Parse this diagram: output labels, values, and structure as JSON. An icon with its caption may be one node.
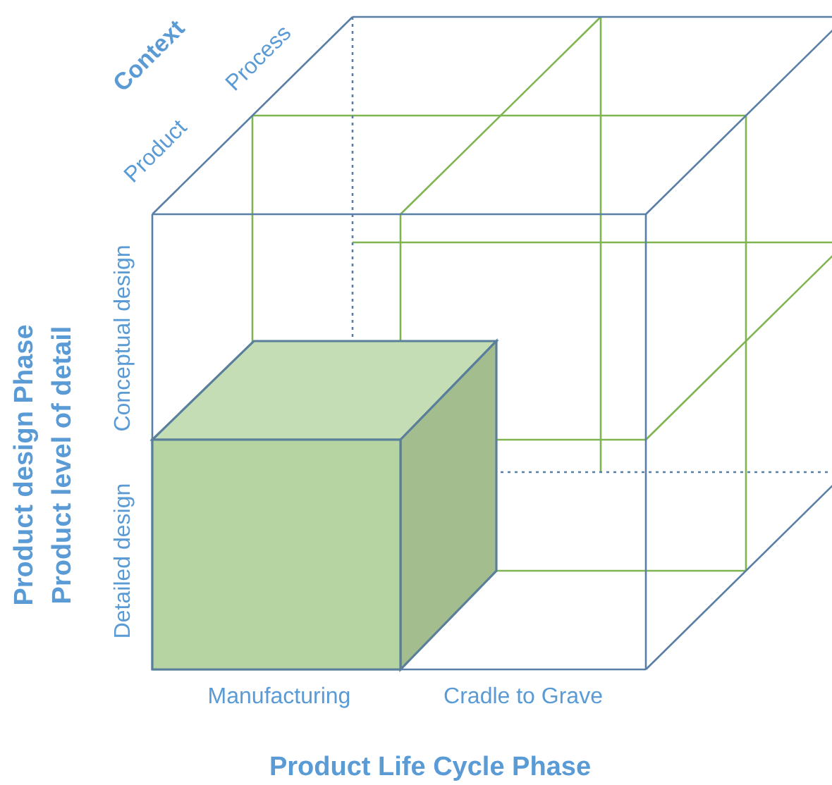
{
  "diagram": {
    "labels": [
      "Context",
      "Process",
      "Product",
      "Conceptual design",
      "Detailed design",
      "Product design Phase",
      "Product level of detail",
      "Manufacturing",
      "Cradle to Grave",
      "Product Life Cycle Phase"
    ]
  }
}
